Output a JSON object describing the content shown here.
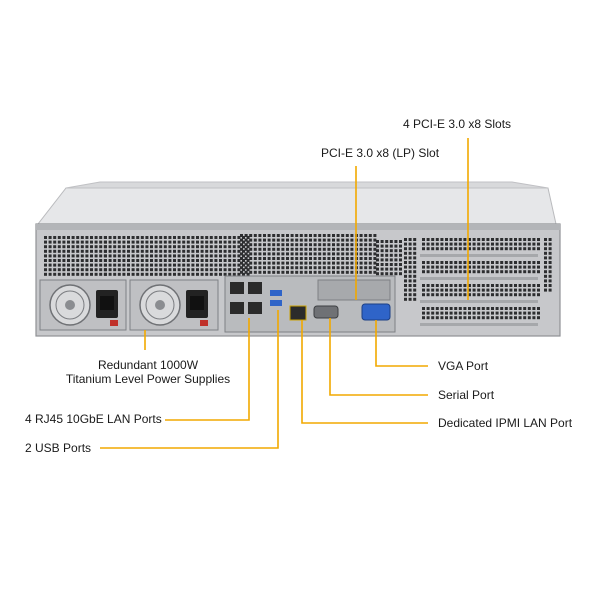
{
  "labels": {
    "pcie_slots": "4 PCI-E 3.0 x8 Slots",
    "pcie_lp_slot": "PCI-E 3.0 x8 (LP) Slot",
    "power_supplies_line1": "Redundant 1000W",
    "power_supplies_line2": "Titanium Level Power Supplies",
    "lan_ports": "4 RJ45 10GbE LAN Ports",
    "usb_ports": "2 USB Ports",
    "vga_port": "VGA Port",
    "serial_port": "Serial Port",
    "ipmi_port": "Dedicated IPMI LAN Port"
  },
  "colors": {
    "leader_line": "#f2a900",
    "chassis": "#c9cacc",
    "chassis_dark": "#8d8f93",
    "port_blue": "#2f64c8"
  }
}
